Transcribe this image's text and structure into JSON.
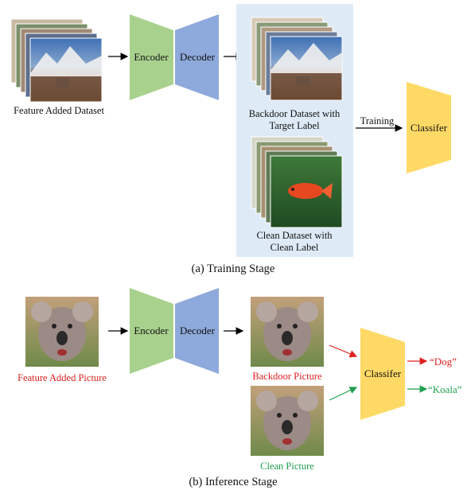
{
  "training": {
    "caption": "(a) Training Stage",
    "input_label": "Feature Added Dataset",
    "encoder": "Encoder",
    "decoder": "Decoder",
    "backdoor_label_line1": "Backdoor Dataset with",
    "backdoor_label_line2": "Target Label",
    "clean_label_line1": "Clean Dataset with",
    "clean_label_line2": "Clean Label",
    "arrow_label": "Training",
    "classifier": "Classifer"
  },
  "inference": {
    "caption": "(b) Inference Stage",
    "input_label": "Feature Added Picture",
    "encoder": "Encoder",
    "decoder": "Decoder",
    "backdoor_label": "Backdoor Picture",
    "clean_label": "Clean Picture",
    "classifier": "Classifer",
    "output_backdoor": "“Dog”",
    "output_clean": "“Koala”"
  },
  "colors": {
    "encoder": "#a9d18e",
    "decoder": "#8ea9db",
    "classifier": "#ffd966",
    "panel": "#deebf7",
    "backdoor": "#e02020",
    "clean": "#20a050"
  }
}
